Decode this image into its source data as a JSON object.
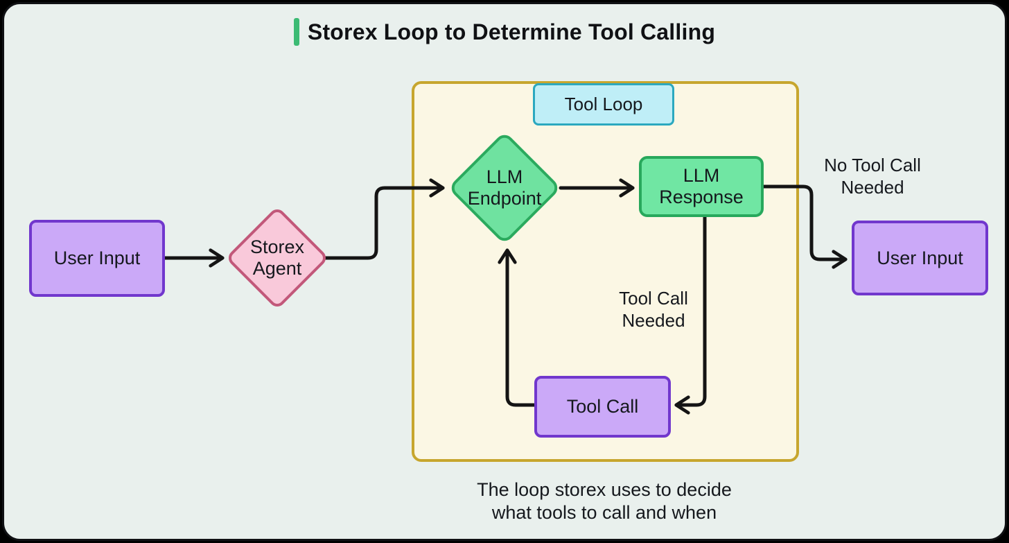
{
  "title": "Storex Loop to Determine Tool Calling",
  "nodes": {
    "user_input_left": "User Input",
    "storex_agent": "Storex\nAgent",
    "tool_loop_label": "Tool Loop",
    "llm_endpoint": "LLM\nEndpoint",
    "llm_response": "LLM\nResponse",
    "tool_call": "Tool Call",
    "user_input_right": "User Input"
  },
  "edge_labels": {
    "tool_call_needed": "Tool Call\nNeeded",
    "no_tool_call_needed": "No Tool Call\nNeeded"
  },
  "caption": "The loop storex uses to decide\nwhat tools to call and when",
  "colors": {
    "canvas_bg": "#e9f0ed",
    "title_accent_green": "#3cbb74",
    "purple_fill": "#cba9f8",
    "purple_border": "#7137cd",
    "pink_fill": "#f9c9da",
    "pink_border": "#c2587a",
    "green_fill": "#6fe2a0",
    "green_border": "#2baa5e",
    "loop_container_fill": "#fbf7e4",
    "loop_container_border": "#c7a62e",
    "cyan_fill": "#bfeef7",
    "cyan_border": "#2ba8bf",
    "arrow_color": "#141414"
  }
}
